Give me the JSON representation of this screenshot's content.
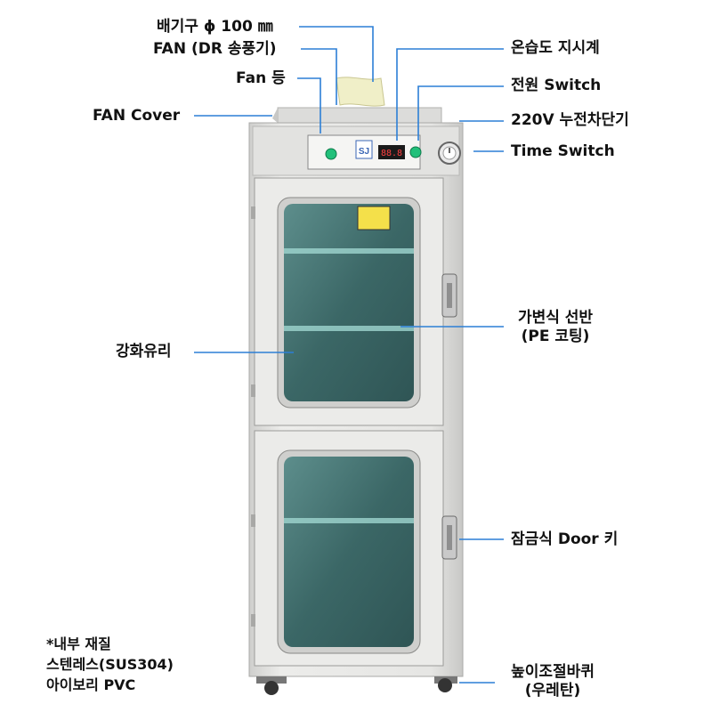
{
  "labels": {
    "exhaust": "배기구  ϕ 100 ㎜",
    "fan_dr": "FAN (DR 송풍기)",
    "fan_light": "Fan 등",
    "fan_cover": "FAN Cover",
    "thermo_hygrometer": "온습도 지시계",
    "power_switch": "전원 Switch",
    "breaker": "220V 누전차단기",
    "time_switch": "Time Switch",
    "shelf_line1": "가변식 선반",
    "shelf_line2": "(PE 코팅)",
    "glass": "강화유리",
    "lock": "잠금식 Door 키",
    "caster_line1": "높이조절바퀴",
    "caster_line2": "(우레탄)"
  },
  "note": {
    "line1": "*내부 재질",
    "line2": "스텐레스(SUS304)",
    "line3": "아이보리 PVC"
  },
  "panel": {
    "display_value": "88.8",
    "logo_text": "SJ"
  },
  "colors": {
    "leader_line": "#2c7fd6",
    "cabinet": "#e4e4e2",
    "frame": "#d2d2d0",
    "glass": "#3e6a6a",
    "led_green": "#22c07a"
  }
}
